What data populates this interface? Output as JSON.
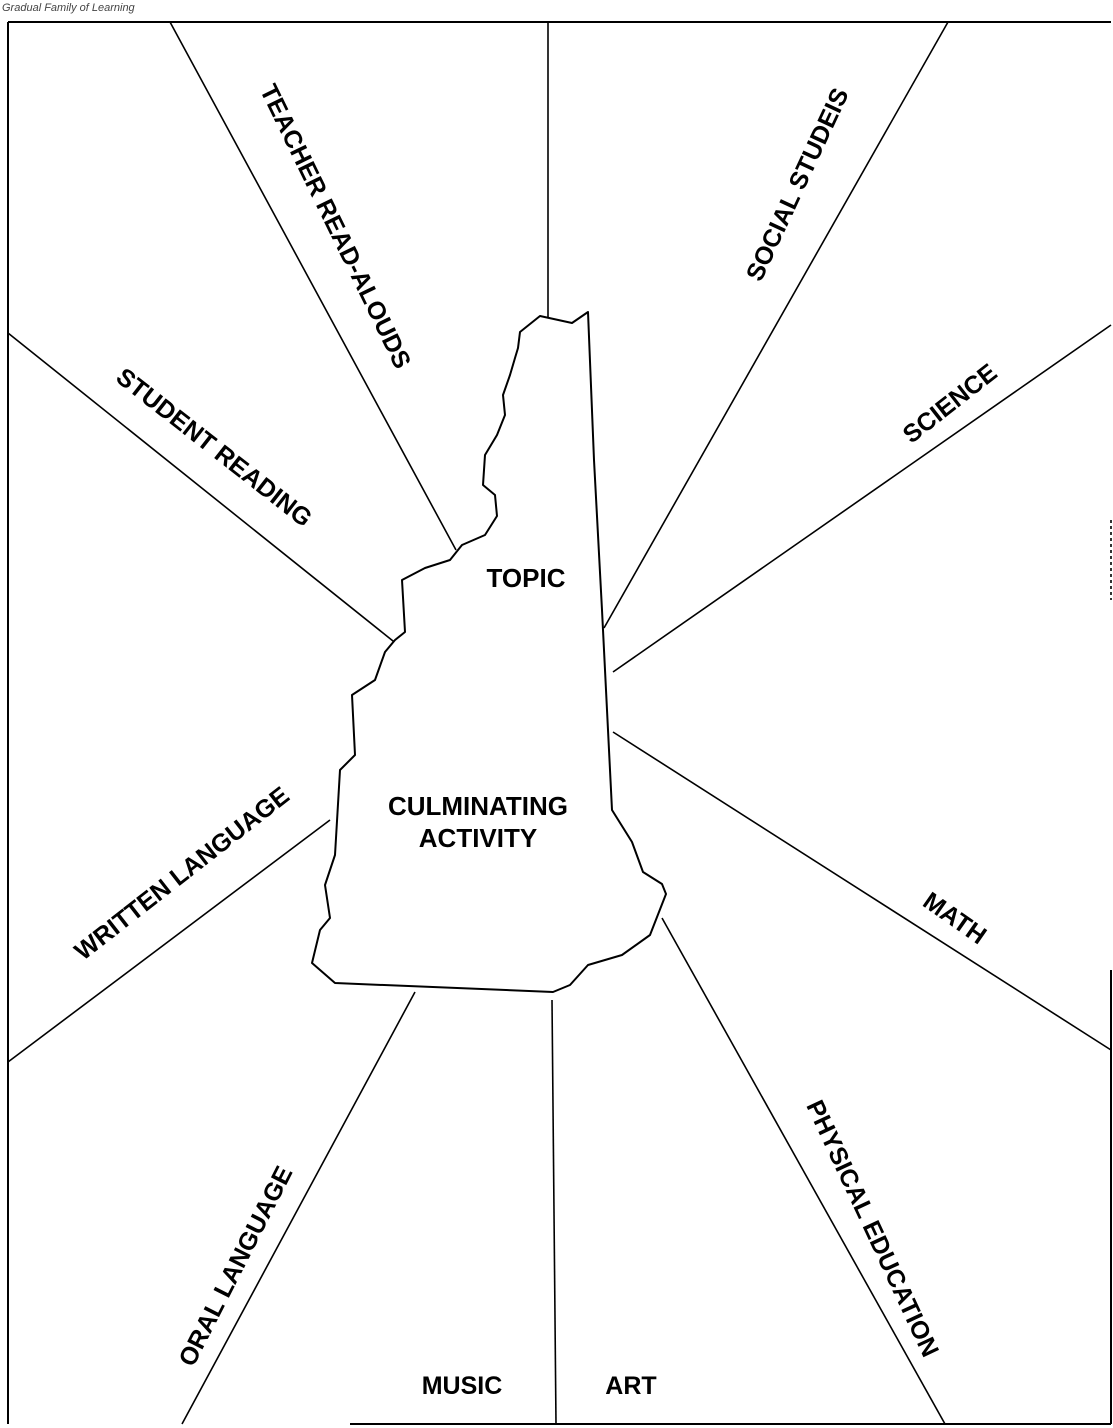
{
  "header_note": "Gradual Family of Learning",
  "center": {
    "topic": "TOPIC",
    "activity_line1": "CULMINATING",
    "activity_line2": "ACTIVITY"
  },
  "sections": {
    "teacher_read_alouds": "TEACHER READ-ALOUDS",
    "social_studies": "SOCIAL STUDEIS",
    "student_reading": "STUDENT READING",
    "science": "SCIENCE",
    "written_language": "WRITTEN LANGUAGE",
    "math": "MATH",
    "oral_language": "ORAL LANGUAGE",
    "physical_education": "PHYSICAL EDUCATION",
    "music": "MUSIC",
    "art": "ART"
  }
}
